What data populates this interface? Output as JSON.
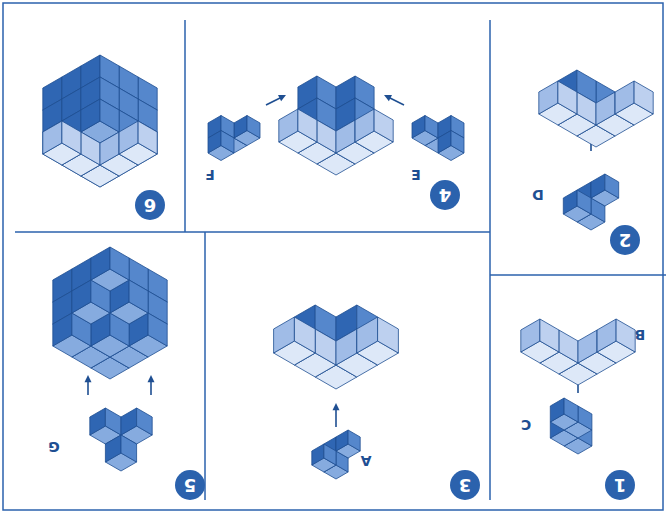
{
  "diagram": {
    "nodes": [
      {
        "text": [
          "1"
        ]
      },
      {
        "text": [
          "2"
        ]
      },
      {
        "text": [
          "3"
        ]
      },
      {
        "text": [
          "4"
        ]
      },
      {
        "text": [
          "5"
        ]
      },
      {
        "text": [
          "6"
        ]
      }
    ],
    "labels": [
      "C",
      "B",
      "A",
      "G",
      "D",
      "E",
      "F"
    ]
  }
}
